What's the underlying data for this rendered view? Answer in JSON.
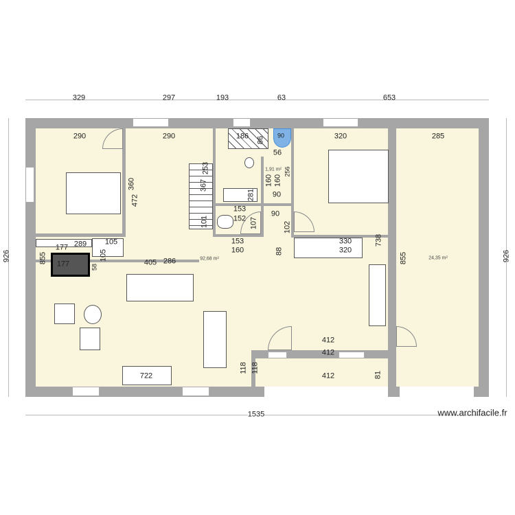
{
  "watermark": "www.archifacile.fr",
  "colors": {
    "wall": "#a6a6a6",
    "floor": "#f9f6dd",
    "highlight": "#4a90d9"
  },
  "outer_dims": {
    "top": [
      "329",
      "297",
      "193",
      "63",
      "653"
    ],
    "left": "926",
    "right": "926",
    "bottom": "1535"
  },
  "areas": {
    "main": "92,68 m²",
    "right_room": "24,35 m²",
    "shower": "1,91 m²"
  },
  "labels": {
    "bed1_w": "290",
    "stair_room_w": "290",
    "shower_w": "186",
    "shower_d": "86",
    "small_top": "90",
    "bed2_w": "320",
    "right_w": "285",
    "stair_253": "253",
    "wall_360": "360",
    "wall_472": "472",
    "stair_367": "367",
    "bath_281": "281",
    "wc_160a": "160",
    "wc_160b": "160",
    "wc_56": "56",
    "wc_256": "256",
    "d90a": "90",
    "d90b": "90",
    "wc_153": "153",
    "wc_152": "152",
    "wc_107": "107",
    "stair_101": "101",
    "d102": "102",
    "h153": "153",
    "h160": "160",
    "c177": "177",
    "c289": "289",
    "c105": "105",
    "c105v": "105",
    "c855": "855",
    "c177b": "177",
    "c58": "58",
    "l405": "405",
    "l286": "286",
    "k738": "738",
    "k320": "320",
    "k330": "330",
    "r855": "855",
    "d88": "88",
    "c412a": "412",
    "c412b": "412",
    "c412c": "412",
    "l722": "722",
    "w118a": "118",
    "w118b": "118",
    "w81": "81"
  }
}
